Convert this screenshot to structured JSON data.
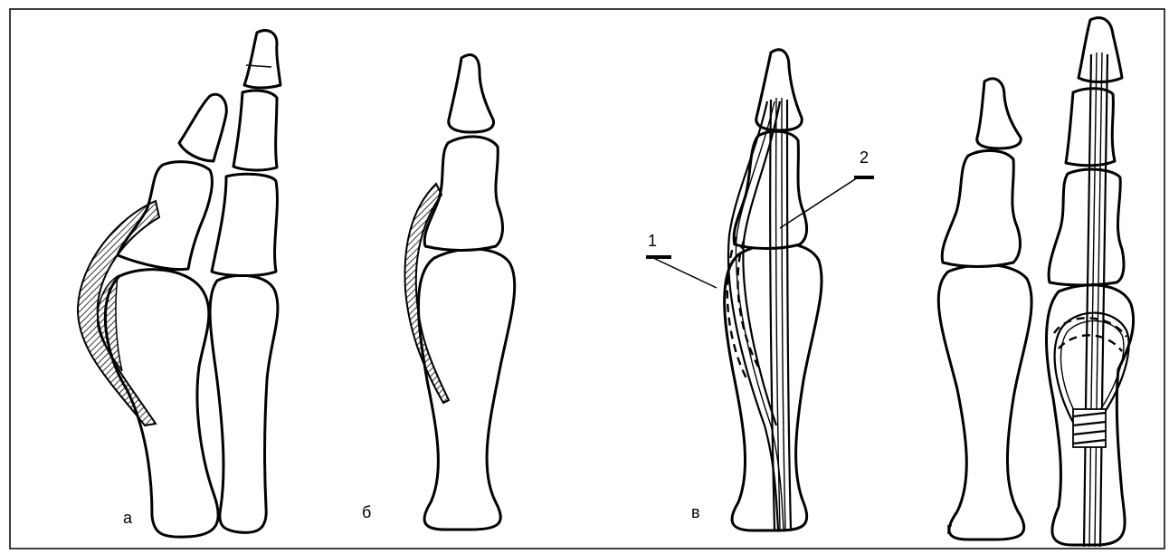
{
  "panels": [
    {
      "id": "a",
      "label": "а"
    },
    {
      "id": "b",
      "label": "б"
    },
    {
      "id": "v",
      "label": "в"
    },
    {
      "id": "g",
      "label": "г"
    }
  ],
  "callouts": [
    {
      "id": "1",
      "label": "1"
    },
    {
      "id": "2",
      "label": "2"
    }
  ],
  "colors": {
    "line": "#000000",
    "background": "#ffffff"
  }
}
